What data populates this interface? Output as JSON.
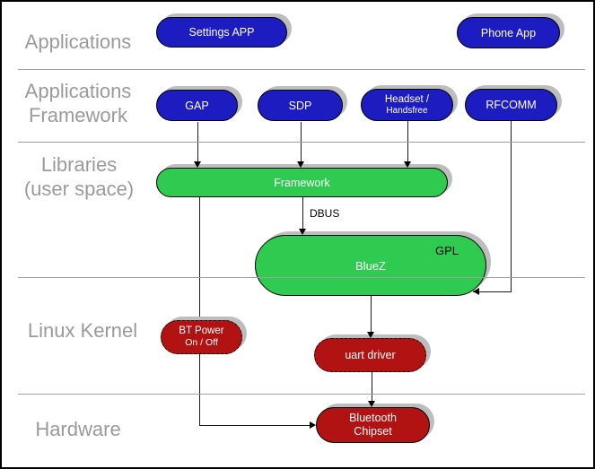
{
  "layers": {
    "applications": {
      "label": "Applications"
    },
    "applications_framework": {
      "label": "Applications\nFramework"
    },
    "libraries": {
      "label": "Libraries\n(user space)"
    },
    "linux_kernel": {
      "label": "Linux Kernel"
    },
    "hardware": {
      "label": "Hardware"
    }
  },
  "nodes": {
    "settings_app": {
      "label": "Settings APP"
    },
    "phone_app": {
      "label": "Phone App"
    },
    "gap": {
      "label": "GAP"
    },
    "sdp": {
      "label": "SDP"
    },
    "headset": {
      "line1": "Headset /",
      "line2": "Handsfree"
    },
    "rfcomm": {
      "label": "RFCOMM"
    },
    "framework": {
      "label": "Framework"
    },
    "bluez": {
      "label": "BlueZ",
      "badge": "GPL"
    },
    "bt_power": {
      "line1": "BT Power",
      "line2": "On / Off"
    },
    "uart_driver": {
      "label": "uart driver"
    },
    "bluetooth_chipset": {
      "line1": "Bluetooth",
      "line2": "Chipset"
    }
  },
  "edge_labels": {
    "dbus": "DBUS"
  },
  "colors": {
    "app_blue": "#1c1cc0",
    "lib_green": "#2fca50",
    "kernel_red": "#b11212",
    "layer_label_gray": "#9a9a9a",
    "divider_gray": "#a0a0a0",
    "shadow_gray": "#bdbdbd",
    "line_black": "#1a1a1a",
    "node_text": "#ffffff",
    "badge_text": "#000000"
  }
}
